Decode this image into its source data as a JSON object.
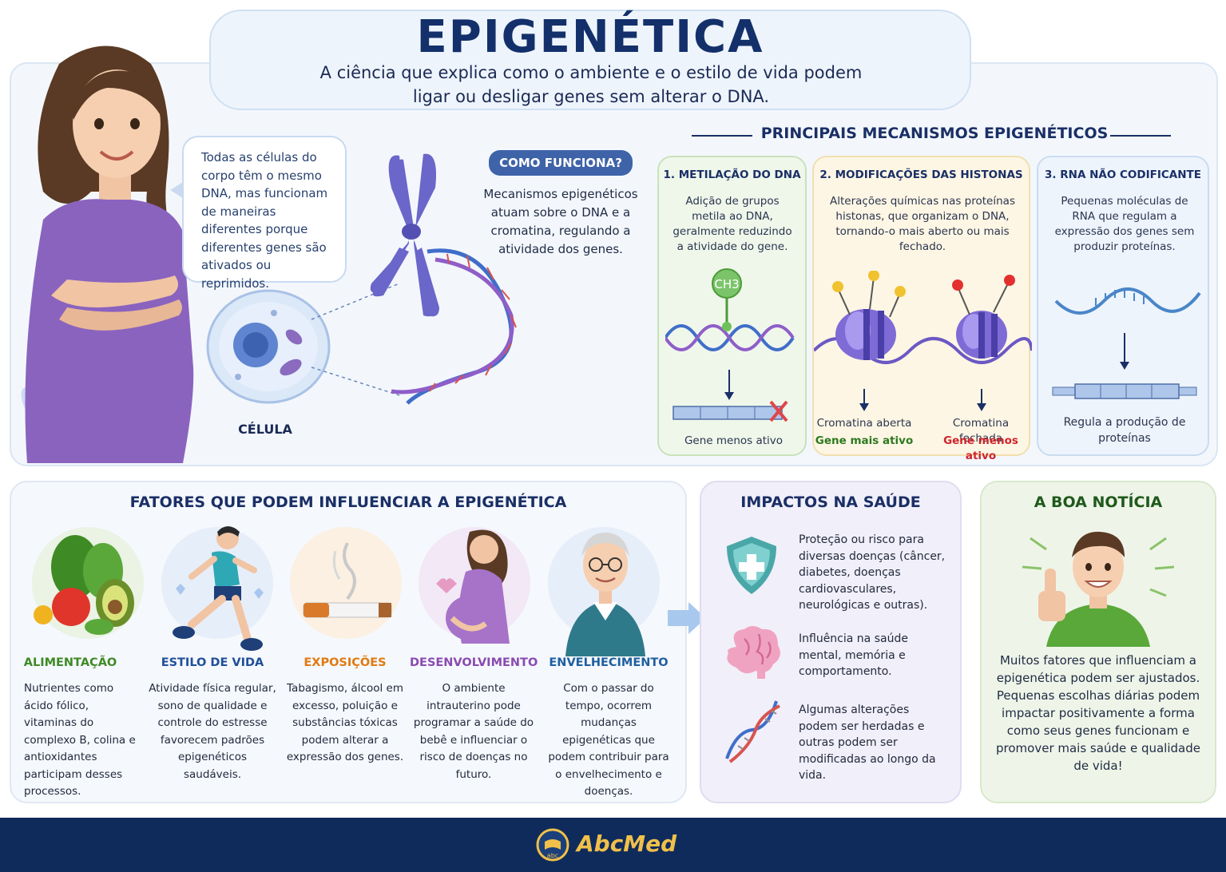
{
  "header": {
    "title": "EPIGENÉTICA",
    "subtitle_line1": "A ciência que explica como o ambiente e o estilo de vida podem",
    "subtitle_line2": "ligar ou desligar genes sem alterar o DNA."
  },
  "intro": {
    "speech": "Todas as células do corpo têm o mesmo DNA, mas funcionam de maneiras diferentes porque diferentes genes são ativados ou reprimidos.",
    "como_label": "COMO FUNCIONA?",
    "como_text": "Mecanismos epigenéticos atuam sobre o DNA e a cromatina, regulando a atividade dos genes.",
    "cell_label": "CÉLULA"
  },
  "mechanisms": {
    "title": "PRINCIPAIS MECANISMOS EPIGENÉTICOS",
    "cards": [
      {
        "title": "1. METILAÇÃO DO DNA",
        "text": "Adição de grupos metila ao DNA, geralmente reduzindo a atividade do gene.",
        "label": "CH3",
        "result": "Gene menos ativo",
        "color": "#3e9a3a"
      },
      {
        "title": "2. MODIFICAÇÕES DAS HISTONAS",
        "text": "Alterações químicas nas proteínas histonas, que organizam o DNA, tornando-o mais aberto ou mais fechado.",
        "open_label": "Cromatina aberta",
        "open_status": "Gene mais ativo",
        "closed_label": "Cromatina fechada",
        "closed_status": "Gene menos ativo",
        "color_open": "#2d7a1e",
        "color_closed": "#d0242b"
      },
      {
        "title": "3. RNA NÃO CODIFICANTE",
        "text": "Pequenas moléculas de RNA que regulam a expressão dos genes sem produzir proteínas.",
        "result": "Regula a produção de proteínas"
      }
    ]
  },
  "factors": {
    "title": "FATORES QUE PODEM INFLUENCIAR A EPIGENÉTICA",
    "items": [
      {
        "title": "ALIMENTAÇÃO",
        "color": "#3e8a25",
        "text": "Nutrientes como ácido fólico, vitaminas do complexo B, colina e antioxidantes participam desses processos."
      },
      {
        "title": "ESTILO DE VIDA",
        "color": "#1f4f9a",
        "text": "Atividade física regular, sono de qualidade e controle do estresse favorecem padrões epigenéticos saudáveis."
      },
      {
        "title": "EXPOSIÇÕES",
        "color": "#e07a12",
        "text": "Tabagismo, álcool em excesso, poluição e substâncias tóxicas podem alterar a expressão dos genes."
      },
      {
        "title": "DESENVOLVIMENTO",
        "color": "#8a4bb0",
        "text": "O ambiente intrauterino pode programar a saúde do bebê e influenciar o risco de doenças no futuro."
      },
      {
        "title": "ENVELHECIMENTO",
        "color": "#1e5fa0",
        "text": "Com o passar do tempo, ocorrem mudanças epigenéticas que podem contribuir para o envelhecimento e doenças."
      }
    ]
  },
  "impacts": {
    "title": "IMPACTOS NA SAÚDE",
    "items": [
      {
        "icon": "shield-icon",
        "text": "Proteção ou risco para diversas doenças (câncer, diabetes, doenças cardiovasculares, neurológicas e outras)."
      },
      {
        "icon": "brain-icon",
        "text": "Influência na saúde mental, memória e comportamento."
      },
      {
        "icon": "dna-icon",
        "text": "Algumas alterações podem ser herdadas e outras podem ser modificadas ao longo da vida."
      }
    ]
  },
  "good_news": {
    "title": "A BOA NOTÍCIA",
    "text": "Muitos fatores que influenciam a epigenética podem ser ajustados. Pequenas escolhas diárias podem impactar positivamente a forma como seus genes funcionam e promover mais saúde e qualidade de vida!"
  },
  "footer": {
    "brand": "AbcMed",
    "logo_text": "abc"
  }
}
